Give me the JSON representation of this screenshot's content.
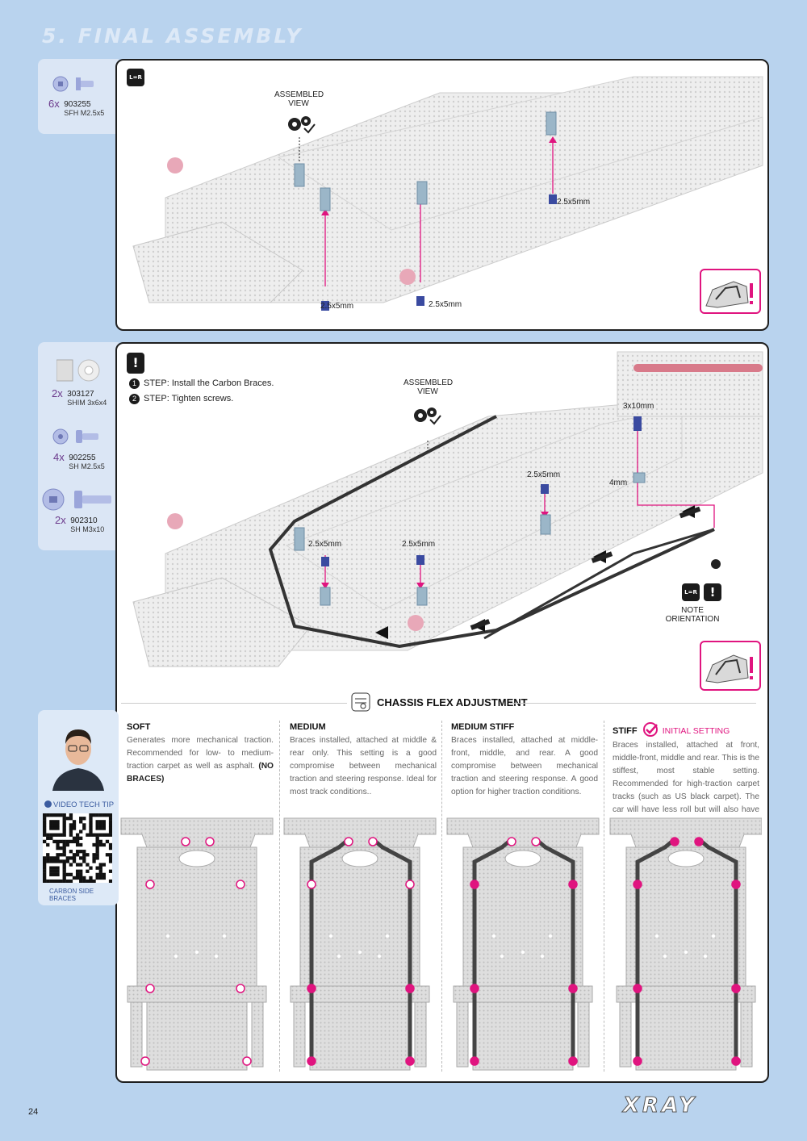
{
  "page": {
    "title": "5. FINAL ASSEMBLY",
    "page_number": "24",
    "brand": "XRAY"
  },
  "step1": {
    "parts": [
      {
        "qty": "6x",
        "part_number": "903255",
        "desc": "SFH M2.5x5"
      }
    ],
    "assembled_view": "ASSEMBLED VIEW",
    "screw_labels": [
      "2.5x5mm",
      "2.5x5mm",
      "2.5x5mm"
    ],
    "lr_icon": "L=R"
  },
  "step2": {
    "parts": [
      {
        "qty": "2x",
        "part_number": "303127",
        "desc": "SHIM 3x6x4"
      },
      {
        "qty": "4x",
        "part_number": "902255",
        "desc": "SH M2.5x5"
      },
      {
        "qty": "2x",
        "part_number": "902310",
        "desc": "SH M3x10"
      }
    ],
    "steps": [
      {
        "n": "1",
        "text": "STEP: Install the Carbon Braces."
      },
      {
        "n": "2",
        "text": "STEP: Tighten screws."
      }
    ],
    "assembled_view": "ASSEMBLED VIEW",
    "labels": {
      "screw_3x10": "3x10mm",
      "shim_4": "4mm",
      "screw_a": "2.5x5mm",
      "screw_b": "2.5x5mm",
      "screw_c": "2.5x5mm"
    },
    "note": "NOTE ORIENTATION",
    "lr_icon": "L=R"
  },
  "flex": {
    "heading": "CHASSIS FLEX ADJUSTMENT",
    "settings": [
      {
        "name": "SOFT",
        "text": "Generates more mechanical traction. Recommended for low- to medium-traction carpet as well as asphalt.",
        "bold": "(NO BRACES)"
      },
      {
        "name": "MEDIUM",
        "text": "Braces installed, attached at middle & rear only. This setting is a good compromise between mechanical traction and steering response. Ideal for most track conditions..",
        "bold": ""
      },
      {
        "name": "MEDIUM STIFF",
        "text": "Braces installed, attached at middle-front, middle, and rear. A good compromise between mechanical traction and steering response. A good option for higher traction conditions.",
        "bold": ""
      },
      {
        "name": "STIFF",
        "badge": "INITIAL SETTING",
        "text": "Braces installed, attached at front, middle-front, middle and rear. This is the stiffest, most stable setting. Recommended for high-traction carpet tracks (such as US black carpet). The car will have less roll but will also have less overall traction.",
        "bold": ""
      }
    ]
  },
  "video": {
    "label": "VIDEO TECH TIP",
    "caption": "CARBON SIDE BRACES"
  },
  "colors": {
    "accent": "#e0147f",
    "background": "#b9d3ee",
    "tab": "#dbe6f5",
    "purple": "#6b3a8c"
  }
}
